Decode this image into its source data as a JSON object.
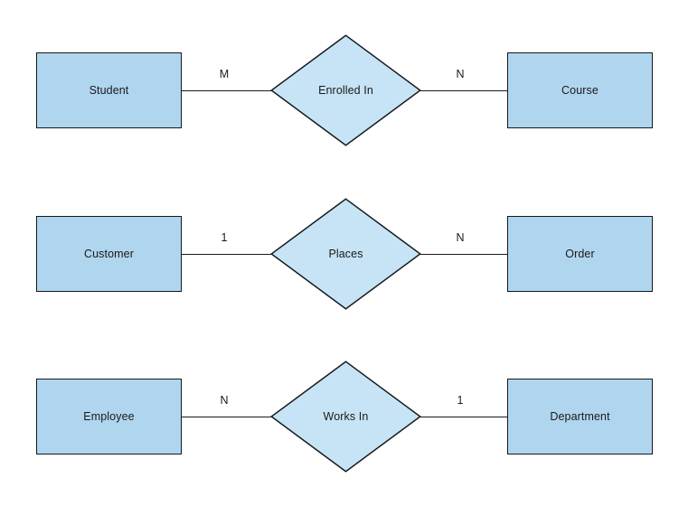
{
  "diagram": {
    "type": "entity-relationship-diagram",
    "background_color": "#ffffff",
    "entity_fill": "#b0d5ef",
    "relationship_fill": "#c6e4f5",
    "stroke_color": "#16191d",
    "text_color": "#1a1a1a",
    "rows": [
      {
        "left_entity": "Student",
        "left_cardinality": "M",
        "relationship": "Enrolled In",
        "right_cardinality": "N",
        "right_entity": "Course"
      },
      {
        "left_entity": "Customer",
        "left_cardinality": "1",
        "relationship": "Places",
        "right_cardinality": "N",
        "right_entity": "Order"
      },
      {
        "left_entity": "Employee",
        "left_cardinality": "N",
        "relationship": "Works In",
        "right_cardinality": "1",
        "right_entity": "Department"
      }
    ]
  }
}
